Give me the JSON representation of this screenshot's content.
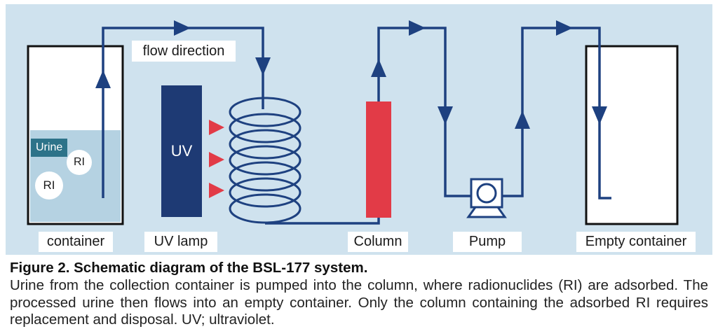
{
  "figure": {
    "caption_title": "Figure 2. Schematic diagram of the BSL-177 system.",
    "caption_body": "Urine from the collection container is pumped into the column, where radionuclides (RI) are adsorbed. The processed urine then flows into an empty container. Only the column containing the adsorbed RI requires replacement and disposal. UV; ultraviolet."
  },
  "diagram": {
    "flow_direction_label": "flow direction",
    "uv_lamp_text": "UV",
    "urine_tag": "Urine",
    "ri_circle_1": "RI",
    "ri_circle_2": "RI",
    "component_labels": {
      "container": "container",
      "uv_lamp": "UV lamp",
      "column": "Column",
      "pump": "Pump",
      "empty_container": "Empty container"
    }
  },
  "colors": {
    "panel_background": "#cfe2ee",
    "pipe_navy": "#1e4180",
    "uv_lamp_navy": "#1e3a74",
    "column_red": "#e23b47",
    "uv_ray_red": "#e23b47",
    "urine_fill": "#b5d2e2",
    "urine_tag_teal": "#2d7389"
  }
}
